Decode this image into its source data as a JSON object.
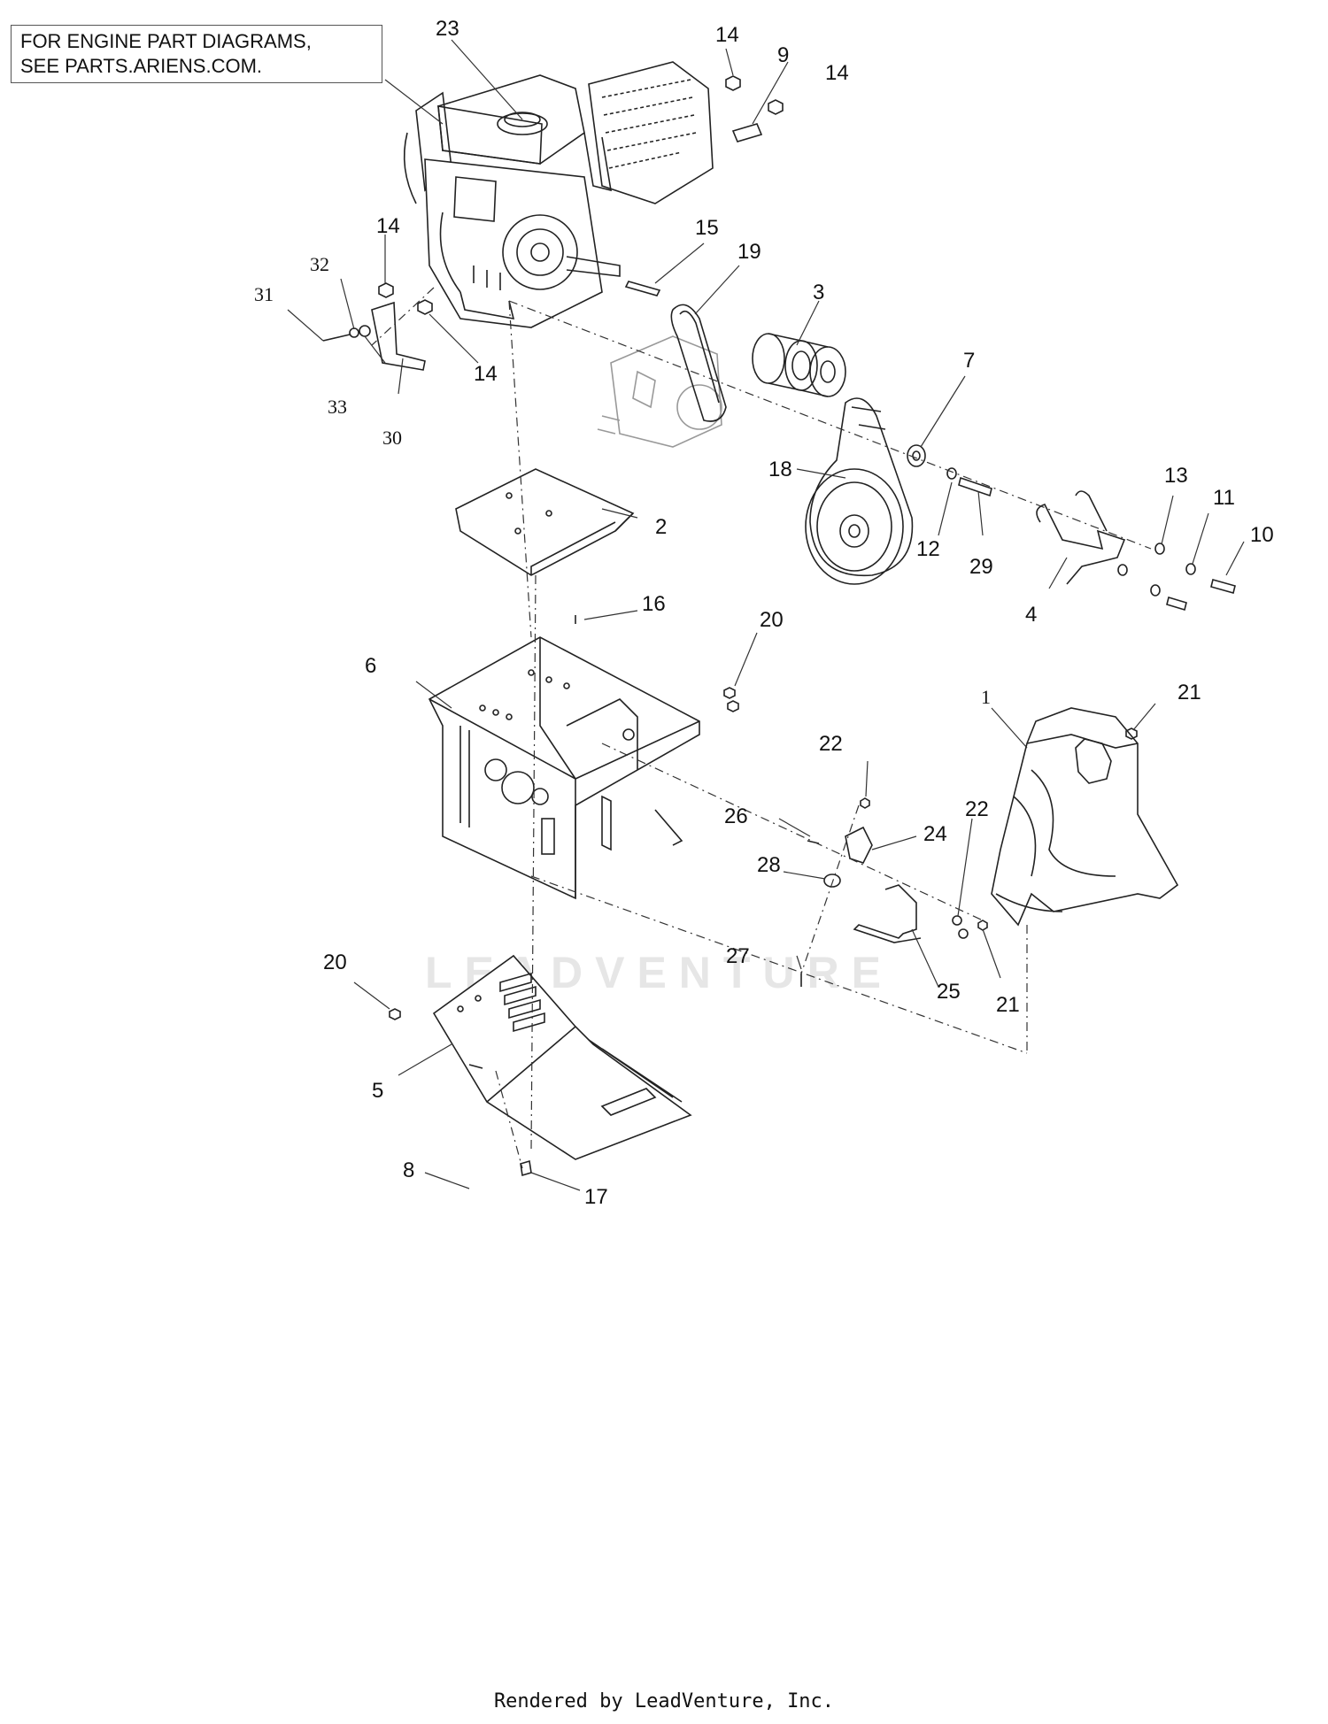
{
  "note": {
    "line1": "FOR ENGINE PART DIAGRAMS,",
    "line2": "SEE PARTS.ARIENS.COM."
  },
  "watermark": "LEADVENTURE",
  "footer": "Rendered by LeadVenture, Inc.",
  "callouts": [
    "23",
    "14",
    "9",
    "14",
    "14",
    "15",
    "19",
    "3",
    "32",
    "31",
    "14",
    "33",
    "30",
    "7",
    "18",
    "12",
    "29",
    "13",
    "11",
    "10",
    "4",
    "2",
    "16",
    "20",
    "6",
    "1",
    "21",
    "22",
    "22",
    "26",
    "24",
    "28",
    "27",
    "25",
    "21",
    "20",
    "5",
    "8",
    "17"
  ]
}
